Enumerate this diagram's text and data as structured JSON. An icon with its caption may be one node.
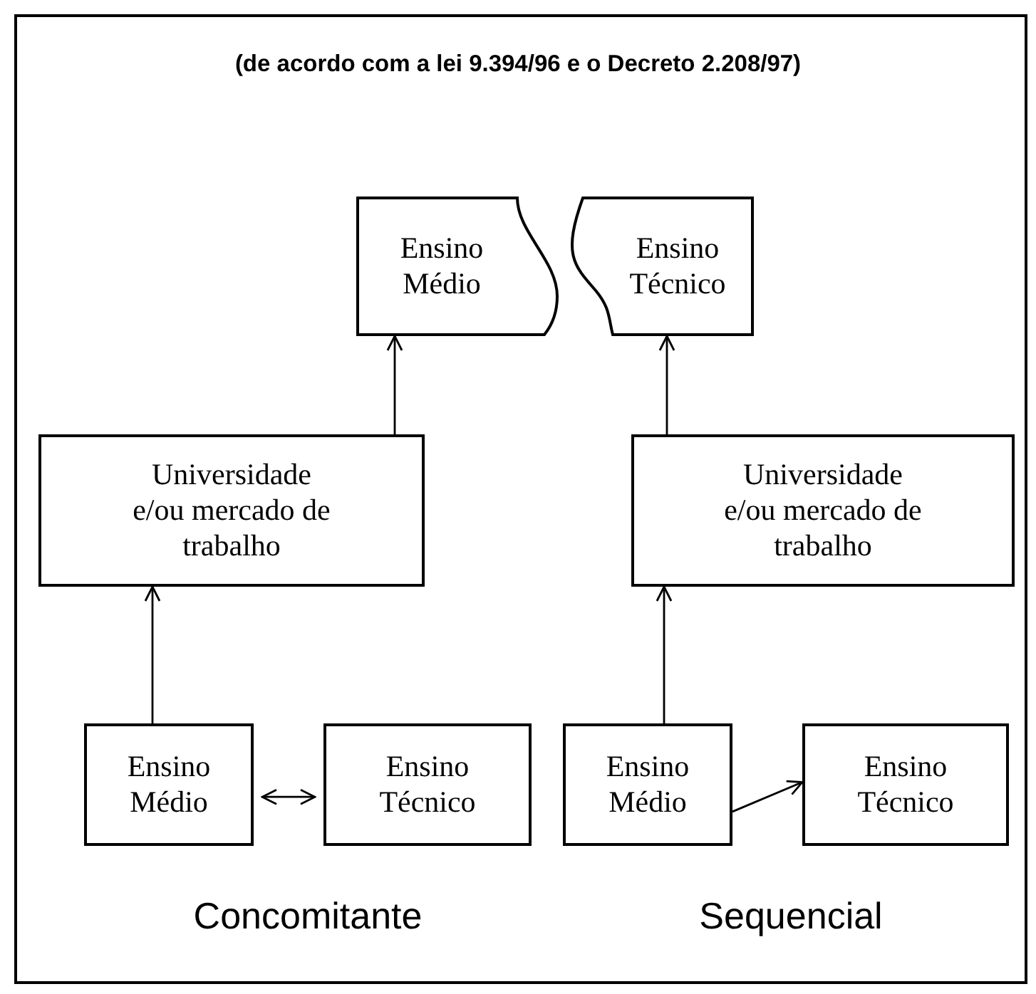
{
  "diagram": {
    "title": "(de acordo com a lei 9.394/96 e o Decreto 2.208/97)",
    "nodes": [
      {
        "text": [
          "Ensino Médio"
        ]
      },
      {
        "text": [
          "Ensino Técnico"
        ]
      },
      {
        "text": [
          "Universidade e/ou mercado de trabalho"
        ]
      },
      {
        "text": [
          "Universidade e/ou mercado de trabalho"
        ]
      },
      {
        "text": [
          "Ensino Médio"
        ]
      },
      {
        "text": [
          "Ensino Técnico"
        ]
      },
      {
        "text": [
          "Ensino Médio"
        ]
      },
      {
        "text": [
          "Ensino Técnico"
        ]
      }
    ],
    "edges": [
      {
        "from": 4,
        "to": 2,
        "arrow": "to"
      },
      {
        "from": 2,
        "to": 0,
        "arrow": "to"
      },
      {
        "from": 4,
        "to": 5,
        "arrow": "both"
      },
      {
        "from": 6,
        "to": 3,
        "arrow": "to"
      },
      {
        "from": 3,
        "to": 1,
        "arrow": "to"
      },
      {
        "from": 6,
        "to": 7,
        "arrow": "to"
      }
    ],
    "labels": [
      "Concomitante",
      "Sequencial"
    ]
  }
}
